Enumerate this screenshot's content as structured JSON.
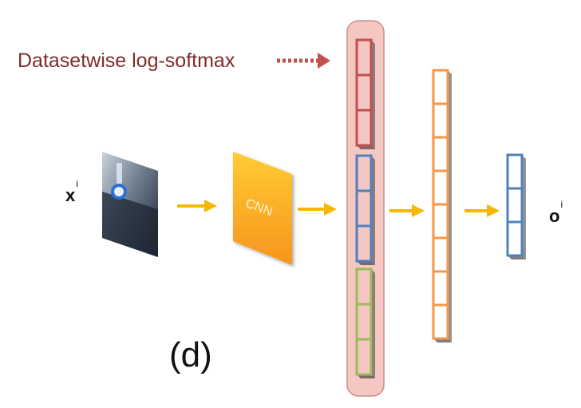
{
  "diagram": {
    "annotation": {
      "text": "Datasetwise log-softmax",
      "color": "#7b2e2a",
      "arrow_color": "#c0504d"
    },
    "input": {
      "symbol": "x",
      "superscript": "i",
      "image_desc_icon": "road-sign-photo"
    },
    "cnn": {
      "label": "CNN",
      "color_top": "#ffcc33",
      "color_bottom": "#f7941d"
    },
    "concat_layer": {
      "background": "#f4c7c3",
      "groups": [
        {
          "name": "red-group",
          "color": "#c0504d",
          "cells": 3
        },
        {
          "name": "blue-group",
          "color": "#4f81bd",
          "cells": 3
        },
        {
          "name": "green-group",
          "color": "#9bbb59",
          "cells": 3
        }
      ]
    },
    "hidden_layer": {
      "color": "#f79646",
      "cells": 8
    },
    "output_layer": {
      "color": "#4f81bd",
      "cells": 3
    },
    "output": {
      "symbol": "o",
      "superscript": "i"
    },
    "arrow_color": "#f5b800",
    "panel_label": "(d)"
  }
}
